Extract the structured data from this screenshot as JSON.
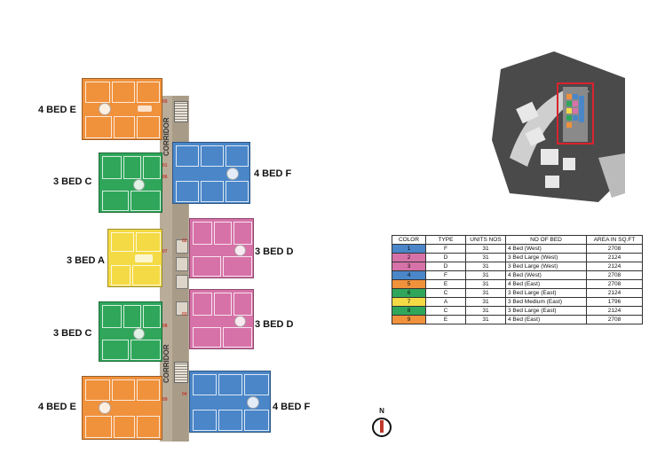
{
  "floorplan": {
    "corridor_label": "CORRIDOR",
    "units_left": [
      {
        "label": "4 BED E",
        "color": "#f0913c",
        "num": "05"
      },
      {
        "label": "3 BED C",
        "color": "#2fa65a",
        "num": "06"
      },
      {
        "label": "3 BED A",
        "color": "#f4da45",
        "num": "07"
      },
      {
        "label": "3 BED C",
        "color": "#2fa65a",
        "num": "08"
      },
      {
        "label": "4 BED E",
        "color": "#f0913c",
        "num": "09"
      }
    ],
    "units_right": [
      {
        "label": "4 BED F",
        "color": "#4a86c8",
        "num": "01"
      },
      {
        "label": "3 BED D",
        "color": "#d772a8",
        "num": "02"
      },
      {
        "label": "3 BED D",
        "color": "#d772a8",
        "num": "03"
      },
      {
        "label": "4 BED F",
        "color": "#4a86c8",
        "num": "04"
      }
    ]
  },
  "legend": {
    "headers": [
      "COLOR",
      "TYPE",
      "UNITS NOS",
      "NO OF BED",
      "AREA IN SQ.FT"
    ],
    "rows": [
      {
        "color_no": "1",
        "color": "#4a86c8",
        "type": "F",
        "units": "31",
        "bed": "4 Bed  (West)",
        "area": "2708"
      },
      {
        "color_no": "2",
        "color": "#d772a8",
        "type": "D",
        "units": "31",
        "bed": "3 Bed Large (West)",
        "area": "2124"
      },
      {
        "color_no": "3",
        "color": "#d772a8",
        "type": "D",
        "units": "31",
        "bed": "3 Bed Large (West)",
        "area": "2124"
      },
      {
        "color_no": "4",
        "color": "#4a86c8",
        "type": "F",
        "units": "31",
        "bed": "4 Bed  (West)",
        "area": "2708"
      },
      {
        "color_no": "5",
        "color": "#f0913c",
        "type": "E",
        "units": "31",
        "bed": "4 Bed  (East)",
        "area": "2708"
      },
      {
        "color_no": "6",
        "color": "#2fa65a",
        "type": "C",
        "units": "31",
        "bed": "3 Bed Large (East)",
        "area": "2124"
      },
      {
        "color_no": "7",
        "color": "#f4da45",
        "type": "A",
        "units": "31",
        "bed": "3 Bed Medium (East)",
        "area": "1796"
      },
      {
        "color_no": "8",
        "color": "#2fa65a",
        "type": "C",
        "units": "31",
        "bed": "3 Bed Large (East)",
        "area": "2124"
      },
      {
        "color_no": "9",
        "color": "#f0913c",
        "type": "E",
        "units": "31",
        "bed": "4 Bed  (East)",
        "area": "2708"
      }
    ]
  },
  "compass": {
    "label": "N",
    "accent": "#c0392b"
  },
  "site_plan": {
    "highlight_color": "#d9232e"
  }
}
